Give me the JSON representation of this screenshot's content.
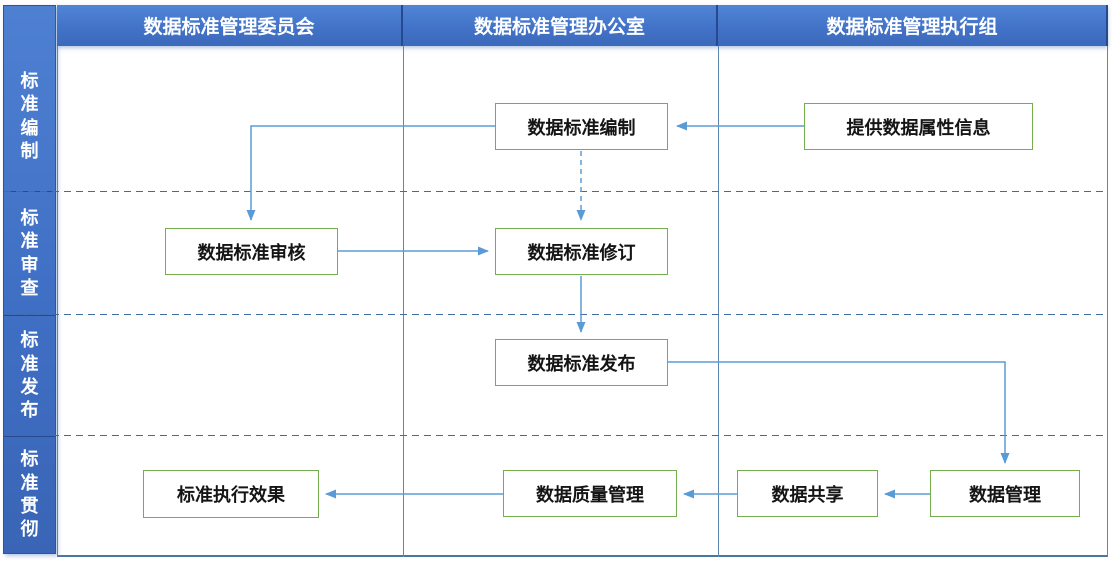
{
  "header": {
    "columns": [
      {
        "label": "数据标准管理委员会"
      },
      {
        "label": "数据标准管理办公室"
      },
      {
        "label": "数据标准管理执行组"
      }
    ]
  },
  "sidebar": {
    "rows": [
      {
        "label": "标准编制"
      },
      {
        "label": "标准审查"
      },
      {
        "label": "标准发布"
      },
      {
        "label": "标准贯彻"
      }
    ]
  },
  "nodes": {
    "compile": {
      "label": "数据标准编制"
    },
    "provide": {
      "label": "提供数据属性信息"
    },
    "review": {
      "label": "数据标准审核"
    },
    "revise": {
      "label": "数据标准修订"
    },
    "publish": {
      "label": "数据标准发布"
    },
    "effect": {
      "label": "标准执行效果"
    },
    "quality": {
      "label": "数据质量管理"
    },
    "share": {
      "label": "数据共享"
    },
    "manage": {
      "label": "数据管理"
    }
  },
  "edges": [
    {
      "from": "provide",
      "to": "compile",
      "style": "solid"
    },
    {
      "from": "compile",
      "to": "review",
      "style": "solid"
    },
    {
      "from": "compile",
      "to": "revise",
      "style": "dashed"
    },
    {
      "from": "review",
      "to": "revise",
      "style": "solid"
    },
    {
      "from": "revise",
      "to": "publish",
      "style": "solid"
    },
    {
      "from": "publish",
      "to": "manage",
      "style": "solid"
    },
    {
      "from": "manage",
      "to": "share",
      "style": "solid"
    },
    {
      "from": "share",
      "to": "quality",
      "style": "solid"
    },
    {
      "from": "quality",
      "to": "effect",
      "style": "solid"
    }
  ],
  "colors": {
    "header_blue_top": "#5185d6",
    "header_blue_bottom": "#3c69bb",
    "sidebar_blue": "#3f6fc4",
    "node_border_green": "#76ad4f",
    "connector_blue": "#5b9bd5",
    "separator_navy": "#3f6ca3",
    "frame_blue": "#5d87b0"
  }
}
